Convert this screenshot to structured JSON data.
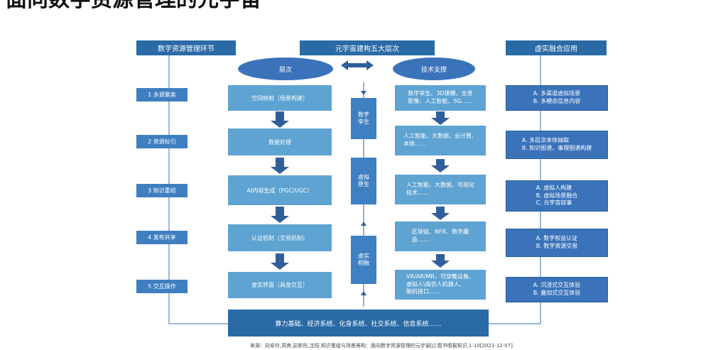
{
  "title": "面向数字资源管理的元宇宙",
  "headers": {
    "left": "数字资源管理环节",
    "center": "元宇宙建构五大层次",
    "right": "虚实融合应用"
  },
  "ellipses": {
    "layers": "层次",
    "tech": "技术支撑"
  },
  "stages": [
    "1 多源聚类",
    "2 资源标引",
    "3 知识重组",
    "4 发布共享",
    "5 交互操作"
  ],
  "layers": [
    "空间映射（场景构建）",
    "数据处理",
    "AI内容生成（PGC/UGC）",
    "认证机制（交易机制）",
    "虚实界面（具身交互）"
  ],
  "center_labels": [
    "数字\n孪生",
    "虚拟\n原生",
    "虚实\n相融"
  ],
  "tech": [
    "数字孪生、3D建模、全息\n影像、人工智能、5G……",
    "人工智能、大数据、云计算、\n本体……",
    "人工智能、大数据、可视化\n技术……",
    "区块链、NFR、数字藏\n品……",
    "VR/AR/MR、可穿戴设备、\n虚拟人\\高仿人机器人、\n脑机接口……"
  ],
  "applications": [
    [
      "A. 多渠道虚拟场景",
      "B. 多模态信息内容"
    ],
    [
      "A. 多层次本体抽取",
      "B. 知识图谱、事理图谱构建"
    ],
    [
      "A. 虚拟人构建",
      "B. 虚拟场景融合",
      "C. 元宇宙叙事"
    ],
    [
      "A. 数字权益认证",
      "B. 数字资源交易"
    ],
    [
      "A. 沉浸式交互体验",
      "B. 叠加式交互体验"
    ]
  ],
  "bottom": "算力基础、经济系统、化身系统、社交系统、信息系统……",
  "citation": "来源：向安玲,高爽,彭影彤,沈阳.知识重组与场景再构：面向数字资源管理的元宇宙[J].图书情报知识,1-10[2021-12-07]."
}
